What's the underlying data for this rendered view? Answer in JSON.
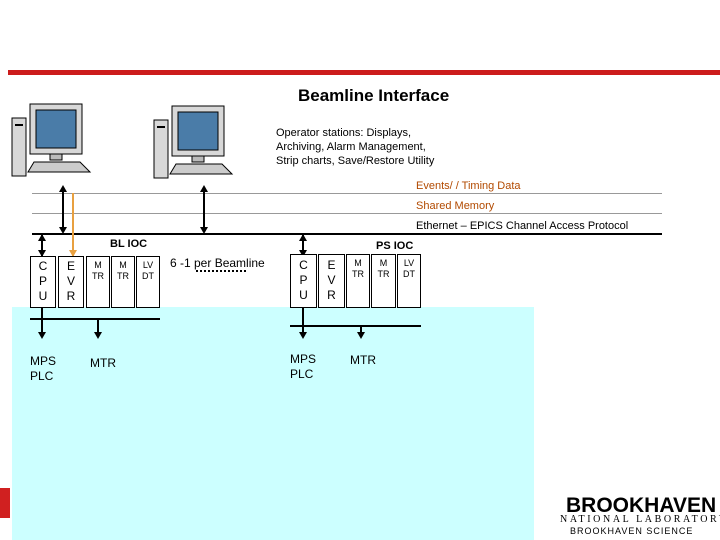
{
  "title": "Beamline Interface",
  "operator_stations": {
    "lines": [
      "Operator stations: Displays,",
      "Archiving, Alarm Management,",
      "Strip charts, Save/Restore Utility"
    ]
  },
  "buses": {
    "events": "Events/ / Timing Data",
    "shared_memory": "Shared Memory",
    "ethernet": "Ethernet – EPICS Channel Access Protocol"
  },
  "bl_ioc": {
    "label": "BL IOC",
    "cpu": "C\nP\nU",
    "evr": "E\nV\nR",
    "cards": [
      "M\nTR",
      "M\nTR",
      "LV\nDT"
    ],
    "mps_plc": "MPS\nPLC",
    "mtr": "MTR"
  },
  "per_beamline": "6 -1 per Beamline",
  "ps_ioc": {
    "label": "PS IOC",
    "cpu": "C\nP\nU",
    "evr": "E\nV\nR",
    "cards": [
      "M\nTR",
      "M\nTR",
      "LV\nDT"
    ],
    "mps_plc": "MPS\nPLC",
    "mtr": "MTR"
  },
  "logo": {
    "name": "BROOKHAVEN",
    "sub": "NATIONAL LABORATORY",
    "footer": "BROOKHAVEN SCIENCE"
  },
  "colors": {
    "top_bar": "#cc1c1c",
    "bus_label": "#b24a00",
    "cyan_panel": "#ccffff",
    "timing_line": "#e8a040"
  },
  "icons": [
    "computer-workstation-icon",
    "computer-workstation-icon"
  ]
}
